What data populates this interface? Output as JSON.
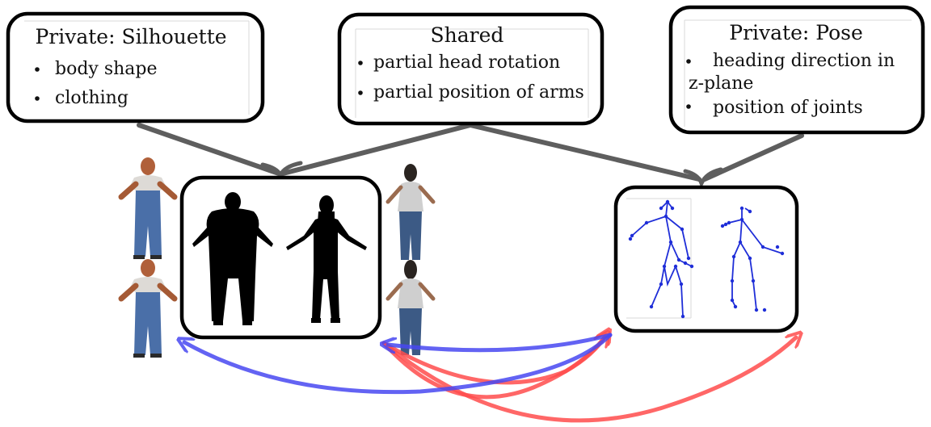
{
  "boxes": {
    "silhouette_private": {
      "title": "Private: Silhouette",
      "items": [
        "body shape",
        "clothing"
      ]
    },
    "shared": {
      "title": "Shared",
      "items": [
        "partial head rotation",
        "partial position of arms"
      ]
    },
    "pose_private": {
      "title": "Private: Pose",
      "items": [
        "heading direction in",
        "z-plane",
        "position of joints"
      ]
    }
  },
  "colors": {
    "box_border": "#000000",
    "gray_arrow": "#5e5e5e",
    "blue_arrow": "#4848f2",
    "red_arrow": "#ff4d4d",
    "skeleton": "#1f2ed8",
    "silhouette": "#000000"
  },
  "figures": [
    "man-overalls",
    "woman-tshirt-jeans"
  ]
}
